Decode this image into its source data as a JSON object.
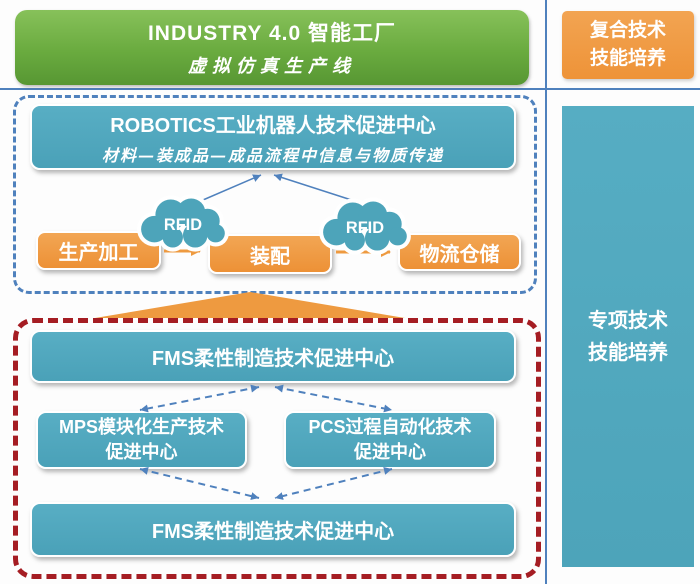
{
  "palette": {
    "green": "#6aab3f",
    "teal": "#4da4ba",
    "orange": "#ee9338",
    "grid_blue": "#4f81bd",
    "red_dashed": "#a51d23",
    "arrow_orange": "#ee9a40"
  },
  "banner": {
    "title": "INDUSTRY 4.0 智能工厂",
    "subtitle": "虚拟仿真生产线"
  },
  "right_column": {
    "top_box": {
      "line1": "复合技术",
      "line2": "技能培养"
    },
    "bottom_box": {
      "line1": "专项技术",
      "line2": "技能培养"
    }
  },
  "virtual_line_section": {
    "header": {
      "title": "ROBOTICS工业机器人技术促进中心",
      "subtitle": "材料—装成品—成品流程中信息与物质传递"
    },
    "rfid_left": "RFID",
    "rfid_right": "RFID",
    "process_boxes": [
      {
        "label": "生产加工"
      },
      {
        "label": "装配"
      },
      {
        "label": "物流仓储"
      }
    ]
  },
  "fms_section": {
    "top_bar": "FMS柔性制造技术促进中心",
    "left_box": {
      "line1": "MPS模块化生产技术",
      "line2": "促进中心"
    },
    "right_box": {
      "line1": "PCS过程自动化技术",
      "line2": "促进中心"
    },
    "bottom_bar": "FMS柔性制造技术促进中心"
  }
}
